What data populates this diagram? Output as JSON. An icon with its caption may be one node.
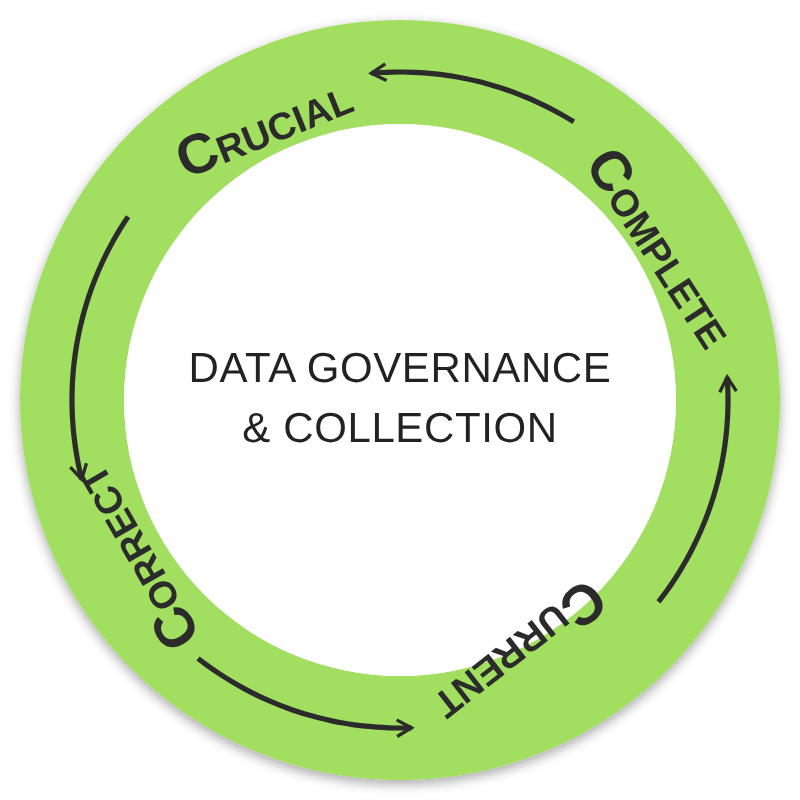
{
  "diagram": {
    "nodes": [
      {
        "text": [
          "DATA GOVERNANCE & COLLECTION"
        ]
      },
      {
        "text": [
          "CRUCIAL"
        ]
      },
      {
        "text": [
          "COMPLETE"
        ]
      },
      {
        "text": [
          "CURRENT"
        ]
      },
      {
        "text": [
          "CORRECT"
        ]
      }
    ],
    "edges": [
      {
        "from": 2,
        "to": 1,
        "arrow": "to"
      },
      {
        "from": 1,
        "to": 4,
        "arrow": "to"
      },
      {
        "from": 4,
        "to": 3,
        "arrow": "to"
      },
      {
        "from": 3,
        "to": 2,
        "arrow": "to"
      }
    ]
  }
}
